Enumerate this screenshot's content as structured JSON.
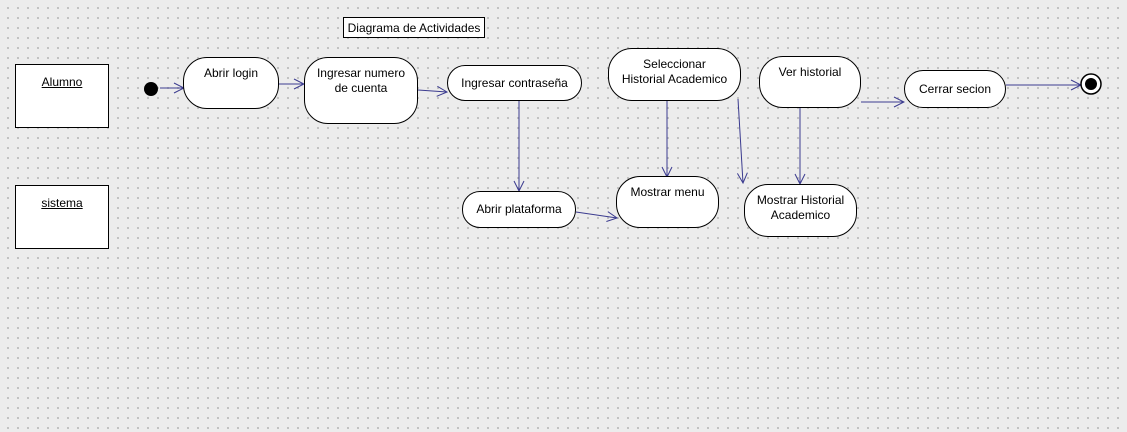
{
  "diagram": {
    "title": "Diagrama de Actividades",
    "lanes": [
      {
        "id": "alumno",
        "label": "Alumno"
      },
      {
        "id": "sistema",
        "label": "sistema"
      }
    ],
    "activities": [
      {
        "id": "abrir-login",
        "label": "Abrir login"
      },
      {
        "id": "ingresar-numero",
        "label": "Ingresar numero\nde cuenta"
      },
      {
        "id": "ingresar-contrasena",
        "label": "Ingresar contraseña"
      },
      {
        "id": "seleccionar-historial",
        "label": "Seleccionar\nHistorial Academico"
      },
      {
        "id": "ver-historial",
        "label": "Ver historial"
      },
      {
        "id": "cerrar-secion",
        "label": "Cerrar secion"
      },
      {
        "id": "abrir-plataforma",
        "label": "Abrir plataforma"
      },
      {
        "id": "mostrar-menu",
        "label": "Mostrar menu"
      },
      {
        "id": "mostrar-historial",
        "label": "Mostrar Historial\nAcademico"
      }
    ],
    "flows": [
      {
        "from": "start",
        "to": "abrir-login"
      },
      {
        "from": "abrir-login",
        "to": "ingresar-numero"
      },
      {
        "from": "ingresar-numero",
        "to": "ingresar-contrasena"
      },
      {
        "from": "ingresar-contrasena",
        "to": "abrir-plataforma"
      },
      {
        "from": "abrir-plataforma",
        "to": "mostrar-menu"
      },
      {
        "from": "seleccionar-historial",
        "to": "mostrar-menu"
      },
      {
        "from": "seleccionar-historial",
        "to": "mostrar-historial"
      },
      {
        "from": "ver-historial",
        "to": "mostrar-historial"
      },
      {
        "from": "ver-historial",
        "to": "cerrar-secion"
      },
      {
        "from": "cerrar-secion",
        "to": "end"
      }
    ],
    "colors": {
      "flow": "#3b3b8f",
      "border": "#000000",
      "fill": "#ffffff"
    }
  }
}
